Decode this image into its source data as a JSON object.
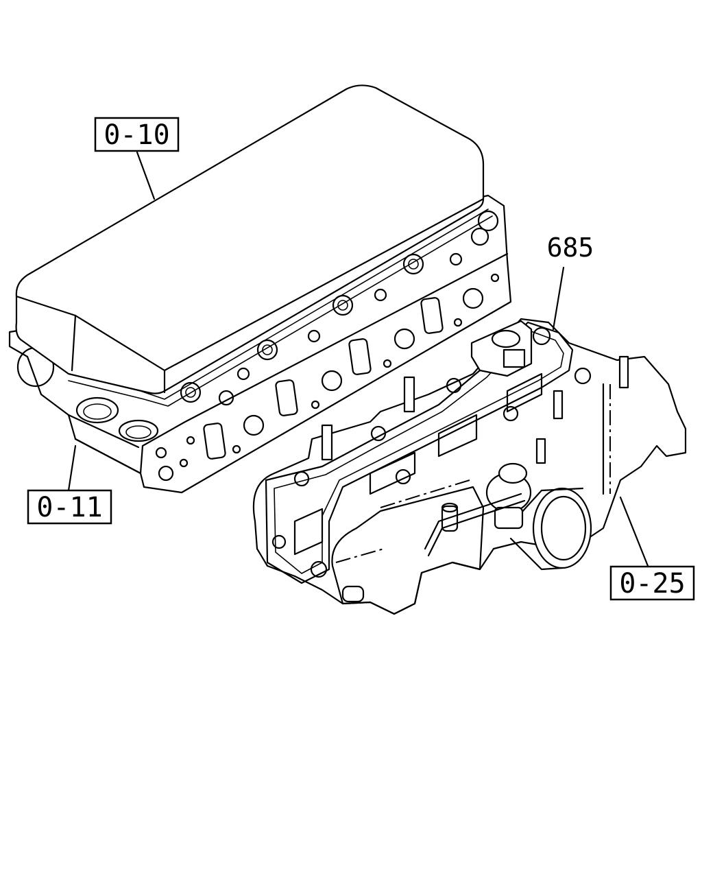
{
  "labels": {
    "valve_cover": "0-10",
    "cylinder_head": "0-11",
    "intake_manifold": "0-25",
    "gasket_part": "685"
  }
}
